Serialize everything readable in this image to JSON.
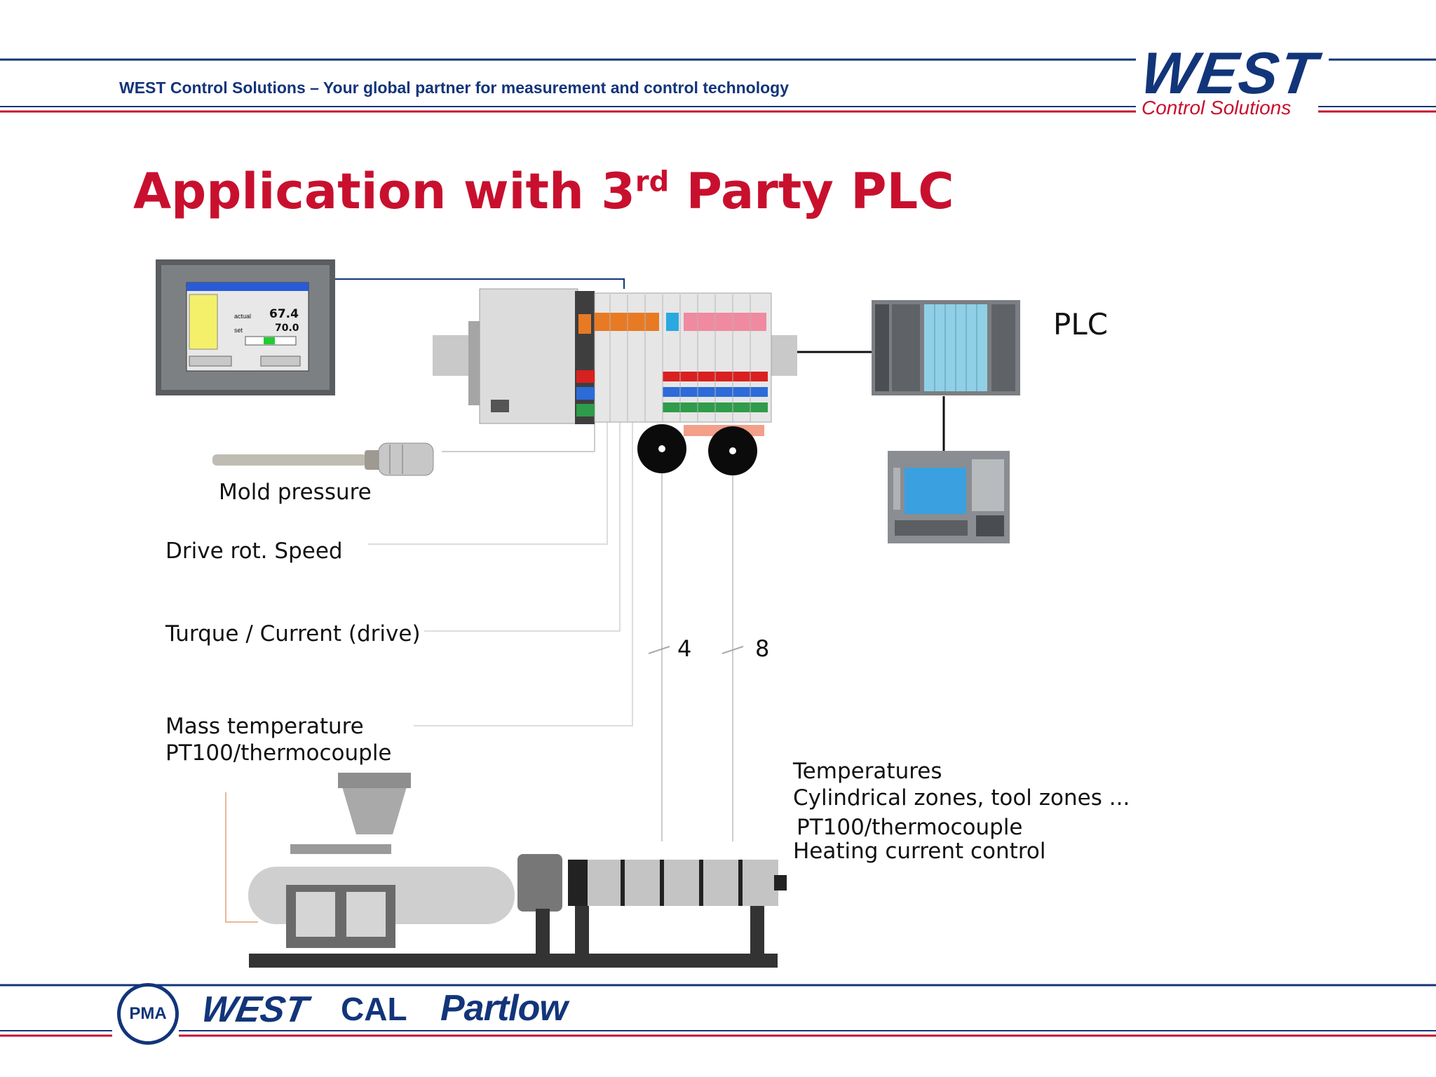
{
  "header": {
    "tagline": "WEST Control Solutions – Your global partner for measurement and control technology",
    "logo_word": "WEST",
    "logo_sub": "Control Solutions"
  },
  "title": {
    "main": "Application with 3",
    "sup": "rd",
    "tail": " Party PLC"
  },
  "hmi_screen": {
    "actual_label": "actual",
    "set_label": "set",
    "actual_value": "67.4",
    "set_value": "70.0"
  },
  "labels": {
    "plc": "PLC",
    "mold_pressure": "Mold pressure",
    "drive_speed": "Drive rot. Speed",
    "torque": "Turque / Current (drive)",
    "mass_temp_1": "Mass temperature",
    "mass_temp_2": "PT100/thermocouple",
    "temps_1": "Temperatures",
    "temps_2": "Cylindrical zones, tool zones ...",
    "temps_3": "PT100/thermocouple",
    "temps_4": "Heating current control",
    "count_a": "4",
    "count_b": "8"
  },
  "footer": {
    "pma": "PMA",
    "west": "WEST",
    "cal": "CAL",
    "partlow": "Partlow"
  },
  "colors": {
    "navy": "#12357a",
    "red": "#c8102e"
  }
}
